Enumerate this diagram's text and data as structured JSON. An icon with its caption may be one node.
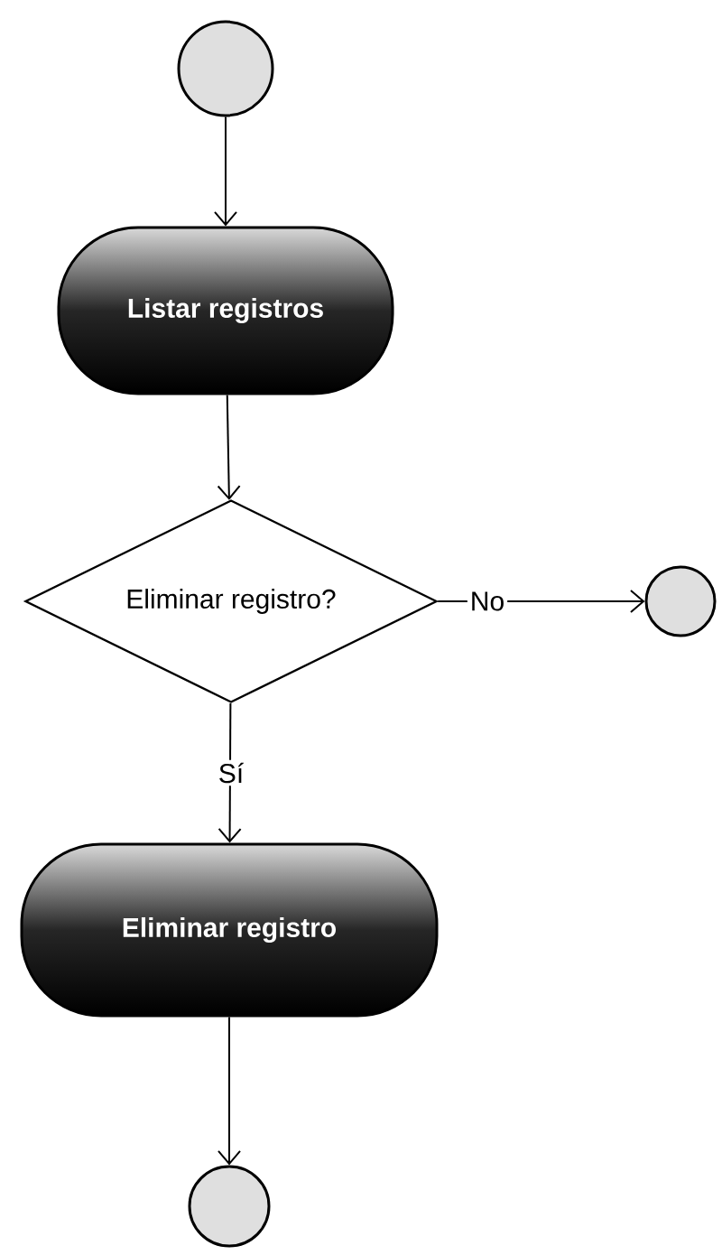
{
  "diagram": {
    "nodes": [
      {
        "text": [],
        "shape": "circle"
      },
      {
        "text": [
          "Listar registros"
        ]
      },
      {
        "text": [
          "Eliminar registro?"
        ]
      },
      {
        "text": [],
        "shape": "circle"
      },
      {
        "text": [
          "Eliminar registro"
        ]
      },
      {
        "text": [],
        "shape": "circle"
      }
    ],
    "edges": [
      {
        "from": 0,
        "to": 1,
        "arrow": "to"
      },
      {
        "from": 1,
        "to": 2,
        "arrow": "to"
      },
      {
        "from": 2,
        "to": 3,
        "arrow": "to",
        "label": "No"
      },
      {
        "from": 2,
        "to": 4,
        "arrow": "to",
        "label": "Sí"
      },
      {
        "from": 4,
        "to": 5,
        "arrow": "to"
      }
    ]
  }
}
